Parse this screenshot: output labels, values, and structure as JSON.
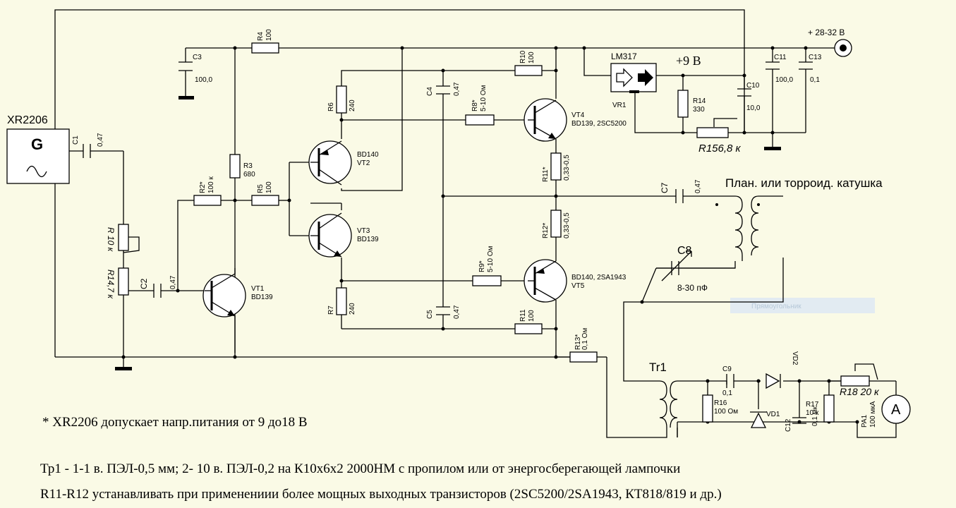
{
  "labels": {
    "xr2206": "XR2206",
    "gen": "G",
    "c1": "C1",
    "c1v": "0,47",
    "c2": "C2",
    "c2v": "0,47",
    "c3": "C3",
    "c3v": "100,0",
    "c4": "C4",
    "c4v": "0,47",
    "c5": "C5",
    "c5v": "0,47",
    "c7": "C7",
    "c7v": "0,47",
    "c8": "C8",
    "c8v": "8-30 пФ",
    "c9": "C9",
    "c9v": "0,1",
    "c10": "C10",
    "c10v": "10,0",
    "c11": "C11",
    "c11v": "100,0",
    "c12": "C12",
    "c12v": "0,1 мк",
    "c13": "C13",
    "c13v": "0,1",
    "r_pot": "R 10 к",
    "r14a": "R14,7 к",
    "r2": "R2*",
    "r2v": "100 к",
    "r3": "R3",
    "r3v": "680",
    "r4": "R4",
    "r4v": "100",
    "r5": "R5",
    "r5v": "100",
    "r6": "R6",
    "r6v": "240",
    "r7": "R7",
    "r7v": "240",
    "r8": "R8*",
    "r8v": "5-10 Ом",
    "r9": "R9*",
    "r9v": "5-10 Ом",
    "r10": "R10",
    "r10v": "100",
    "r11": "R11",
    "r11v": "100",
    "r11s": "R11*",
    "r11sv": "0,33-0,5",
    "r12s": "R12*",
    "r12sv": "0,33-0,5",
    "r13": "R13*",
    "r13v": "0,1 Ом",
    "r14": "R14",
    "r14v": "330",
    "r15": "R156,8 к",
    "r16": "R16",
    "r16v": "100 Ом",
    "r17": "R17",
    "r17v": "10 к",
    "r18": "R18 20 к",
    "vt1": "VT1",
    "vt1v": "BD139",
    "vt2": "VT2",
    "vt2v": "BD140",
    "vt3": "VT3",
    "vt3v": "BD139",
    "vt4": "VT4",
    "vt4v": "BD139, 2SC5200",
    "vt5": "VT5",
    "vt5v": "BD140, 2SA1943",
    "vr1": "VR1",
    "lm317": "LM317",
    "v9": "+9 В",
    "supply": "+ 28-32 В",
    "coil": "План. или торроид. катушка",
    "tr1": "Tr1",
    "vd1": "VD1",
    "vd2": "VD2",
    "pa1": "PA1",
    "pa1v": "100 мкА",
    "meter": "A",
    "ghost": "Прямоугольник"
  },
  "notes": {
    "n1": "* XR2206 допускает напр.питания от 9 до18 В",
    "n2": "Тр1 - 1-1 в. ПЭЛ-0,5 мм; 2- 10 в. ПЭЛ-0,2 на К10х6х2 2000НМ с пропилом или от энергосберегающей лампочки",
    "n3": "R11-R12 устанавливать при применениии более мощных выходных транзисторов (2SC5200/2SA1943, КТ818/819 и др.)"
  },
  "colors": {
    "background": "#fafae6",
    "line": "#000000"
  }
}
